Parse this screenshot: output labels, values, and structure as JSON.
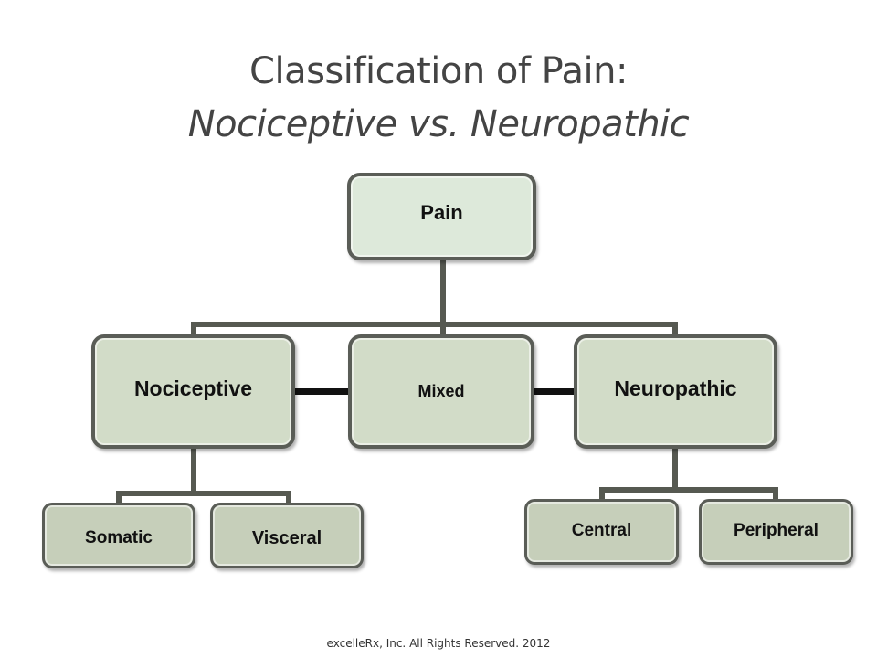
{
  "title": {
    "line1": "Classification of Pain:",
    "line2": "Nociceptive vs. Neuropathic"
  },
  "nodes": {
    "root": "Pain",
    "nociceptive": "Nociceptive",
    "mixed": "Mixed",
    "neuropathic": "Neuropathic",
    "somatic": "Somatic",
    "visceral": "Visceral",
    "central": "Central",
    "peripheral": "Peripheral"
  },
  "footer": "excelleRx, Inc. All Rights Reserved. 2012",
  "colors": {
    "node_fill_root": "#dde9da",
    "node_fill_level2": "#d2dcc8",
    "node_fill_leaf": "#c6cfba",
    "node_border": "#5a5d57",
    "connector": "#565951",
    "title_text": "#444444"
  }
}
